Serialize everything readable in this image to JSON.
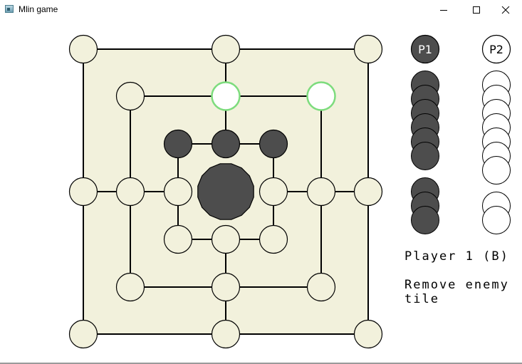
{
  "window": {
    "title": "Mlin game",
    "icon": "app-window-icon"
  },
  "controls": {
    "minimize": "minimize-icon",
    "maximize": "maximize-icon",
    "close": "close-icon"
  },
  "colors": {
    "board_fill": "#f2f1dc",
    "board_line": "#000000",
    "empty_point": "#f2f1dc",
    "player1_piece": "#4d4d4d",
    "player2_piece": "#ffffff",
    "highlight_ring": "#7ddc7d"
  },
  "board": {
    "points": [
      {
        "id": "a7",
        "state": "empty"
      },
      {
        "id": "d7",
        "state": "empty"
      },
      {
        "id": "g7",
        "state": "empty"
      },
      {
        "id": "b6",
        "state": "empty"
      },
      {
        "id": "d6",
        "state": "highlight"
      },
      {
        "id": "f6",
        "state": "highlight"
      },
      {
        "id": "c5",
        "state": "p1"
      },
      {
        "id": "d5",
        "state": "p1"
      },
      {
        "id": "e5",
        "state": "p1"
      },
      {
        "id": "a4",
        "state": "empty"
      },
      {
        "id": "b4",
        "state": "empty"
      },
      {
        "id": "c4",
        "state": "empty"
      },
      {
        "id": "e4",
        "state": "empty"
      },
      {
        "id": "f4",
        "state": "empty"
      },
      {
        "id": "g4",
        "state": "empty"
      },
      {
        "id": "c3",
        "state": "empty"
      },
      {
        "id": "d3",
        "state": "empty"
      },
      {
        "id": "e3",
        "state": "empty"
      },
      {
        "id": "b2",
        "state": "empty"
      },
      {
        "id": "d2",
        "state": "empty"
      },
      {
        "id": "f2",
        "state": "empty"
      },
      {
        "id": "a1",
        "state": "empty"
      },
      {
        "id": "d1",
        "state": "empty"
      },
      {
        "id": "g1",
        "state": "empty"
      }
    ],
    "center_marker": "current-player-indicator"
  },
  "players": {
    "p1": {
      "label": "P1",
      "pieces_in_hand": 6,
      "pieces_captured": 3
    },
    "p2": {
      "label": "P2",
      "pieces_in_hand": 7,
      "pieces_captured": 2
    }
  },
  "status": {
    "player": "Player 1 (B)",
    "message_line1": "Remove enemy",
    "message_line2": "tile"
  }
}
